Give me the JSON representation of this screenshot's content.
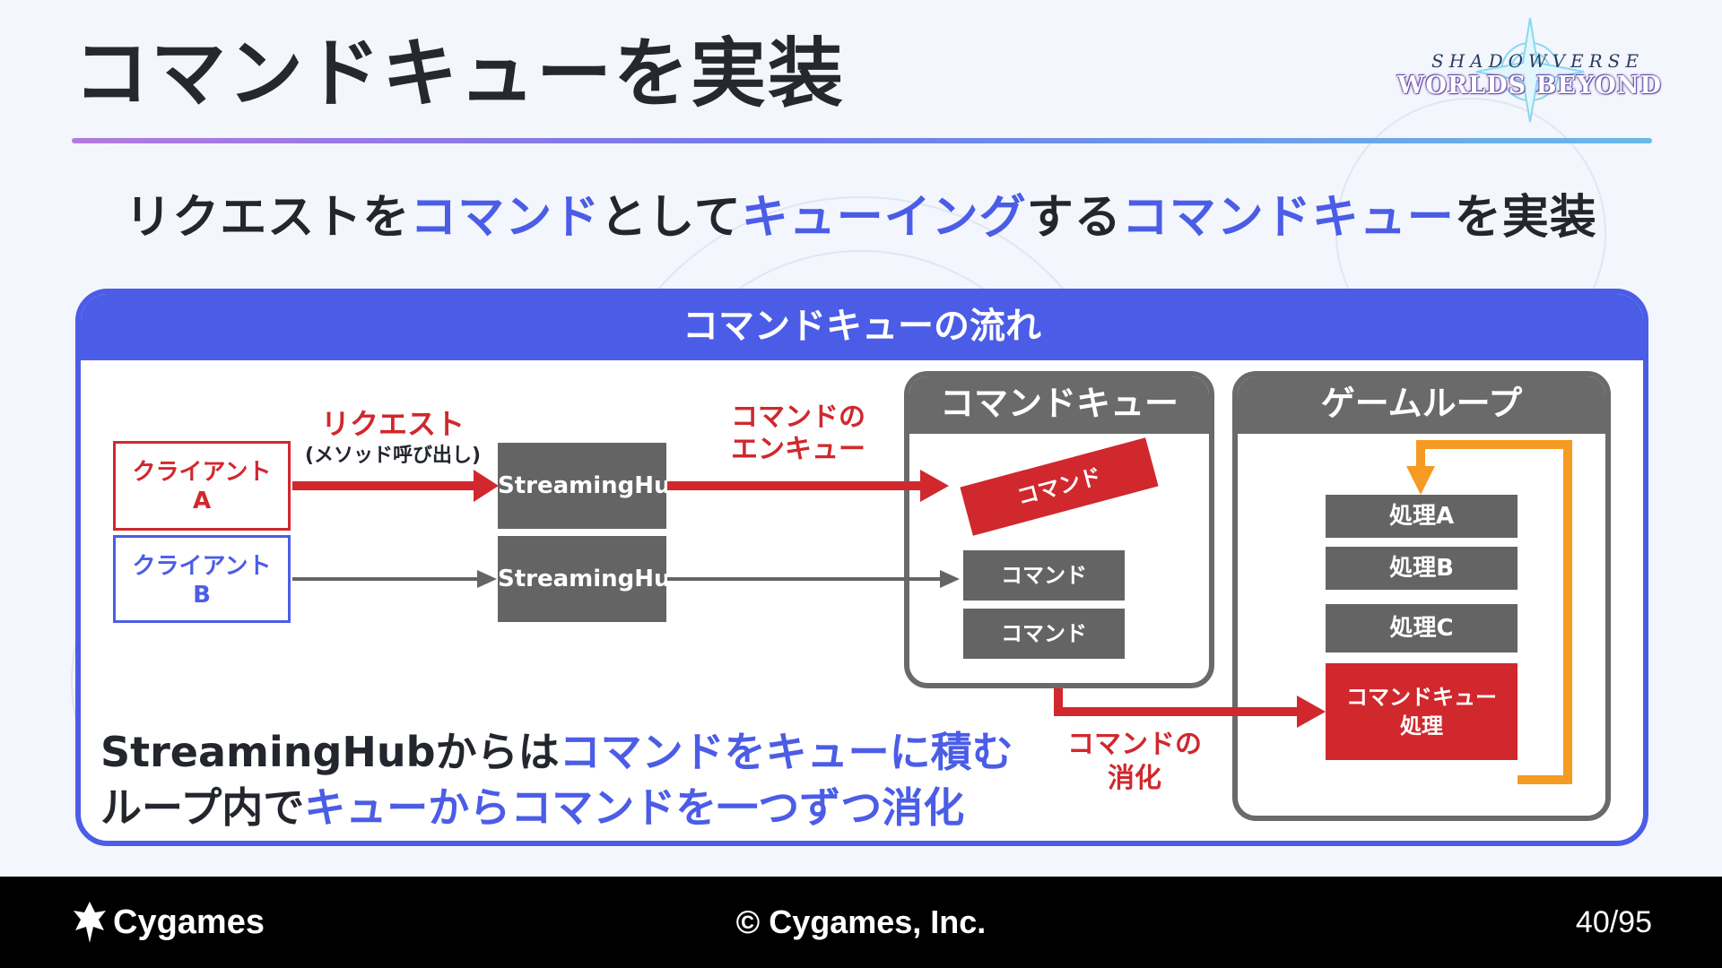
{
  "title": "コマンドキューを実装",
  "logo": {
    "line1": "SHADOWVERSE",
    "line2": "WORLDS BEYOND"
  },
  "subtitle": {
    "p1": "リクエストを",
    "p2": "コマンド",
    "p3": "として",
    "p4": "キューイング",
    "p5": "する",
    "p6": "コマンドキュー",
    "p7": "を実装"
  },
  "panel": {
    "header": "コマンドキューの流れ",
    "client_a": "クライアント\nA",
    "client_b": "クライアント\nB",
    "hub": "StreamingHub",
    "request_label": "リクエスト",
    "request_sub": "(メソッド呼び出し)",
    "enqueue_label": "コマンドの\nエンキュー",
    "queue_title": "コマンドキュー",
    "loop_title": "ゲームループ",
    "command": "コマンド",
    "process_a": "処理A",
    "process_b": "処理B",
    "process_c": "処理C",
    "process_queue": "コマンドキュー\n処理",
    "consume_label": "コマンドの\n消化",
    "bottom_line1_a": "StreamingHubからは",
    "bottom_line1_b": "コマンドをキューに積む",
    "bottom_line2_a": "ループ内で",
    "bottom_line2_b": "キューからコマンドを一つずつ消化"
  },
  "colors": {
    "accent": "#4b5de6",
    "red": "#d0282d",
    "gray": "#646464",
    "orange": "#f59a23"
  },
  "footer": {
    "company": "Cygames",
    "copyright": "© Cygames, Inc.",
    "page": "40/95"
  }
}
